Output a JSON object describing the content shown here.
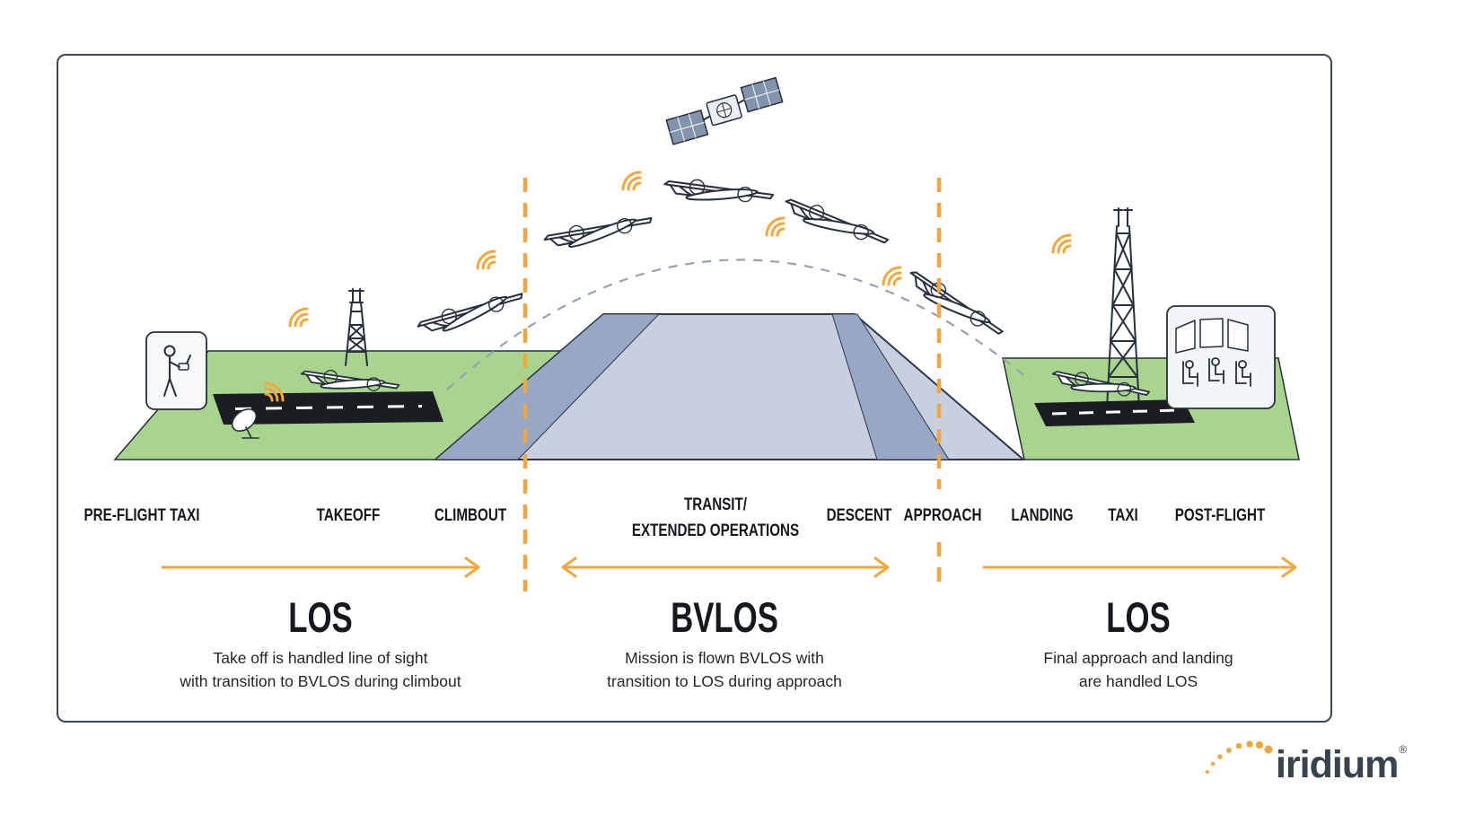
{
  "phases": [
    {
      "label": "PRE-FLIGHT TAXI"
    },
    {
      "label": "TAKEOFF"
    },
    {
      "label": "CLIMBOUT"
    },
    {
      "label": "TRANSIT/",
      "label2": "EXTENDED OPERATIONS"
    },
    {
      "label": "DESCENT"
    },
    {
      "label": "APPROACH"
    },
    {
      "label": "LANDING"
    },
    {
      "label": "TAXI"
    },
    {
      "label": "POST-FLIGHT"
    }
  ],
  "sections": [
    {
      "mode": "LOS",
      "desc1": "Take off is handled line of sight",
      "desc2": "with transition to BVLOS during climbout"
    },
    {
      "mode": "BVLOS",
      "desc1": "Mission is flown BVLOS with",
      "desc2": "transition to LOS during approach"
    },
    {
      "mode": "LOS",
      "desc1": "Final approach and landing",
      "desc2": "are handled LOS"
    }
  ],
  "brand": {
    "wordmark": "iridium",
    "registered": "®"
  },
  "icons": [
    "uav-aircraft-icon",
    "satellite-icon",
    "radio-tower-icon",
    "satellite-dish-icon",
    "pilot-remote-control-icon",
    "control-room-icon",
    "signal-waves-icon",
    "flight-path-dashed-arc"
  ],
  "colors": {
    "accent_orange": "#F3A73B",
    "field_green": "#A9D48E",
    "mountain_light": "#C8D0E0",
    "mountain_shadow": "#98A7C3",
    "outline_navy": "#26303E",
    "runway_black": "#1A1D21",
    "flight_path_gray": "#98A1B0",
    "logo_slate": "#39434E",
    "panel_border": "#3C4654"
  }
}
